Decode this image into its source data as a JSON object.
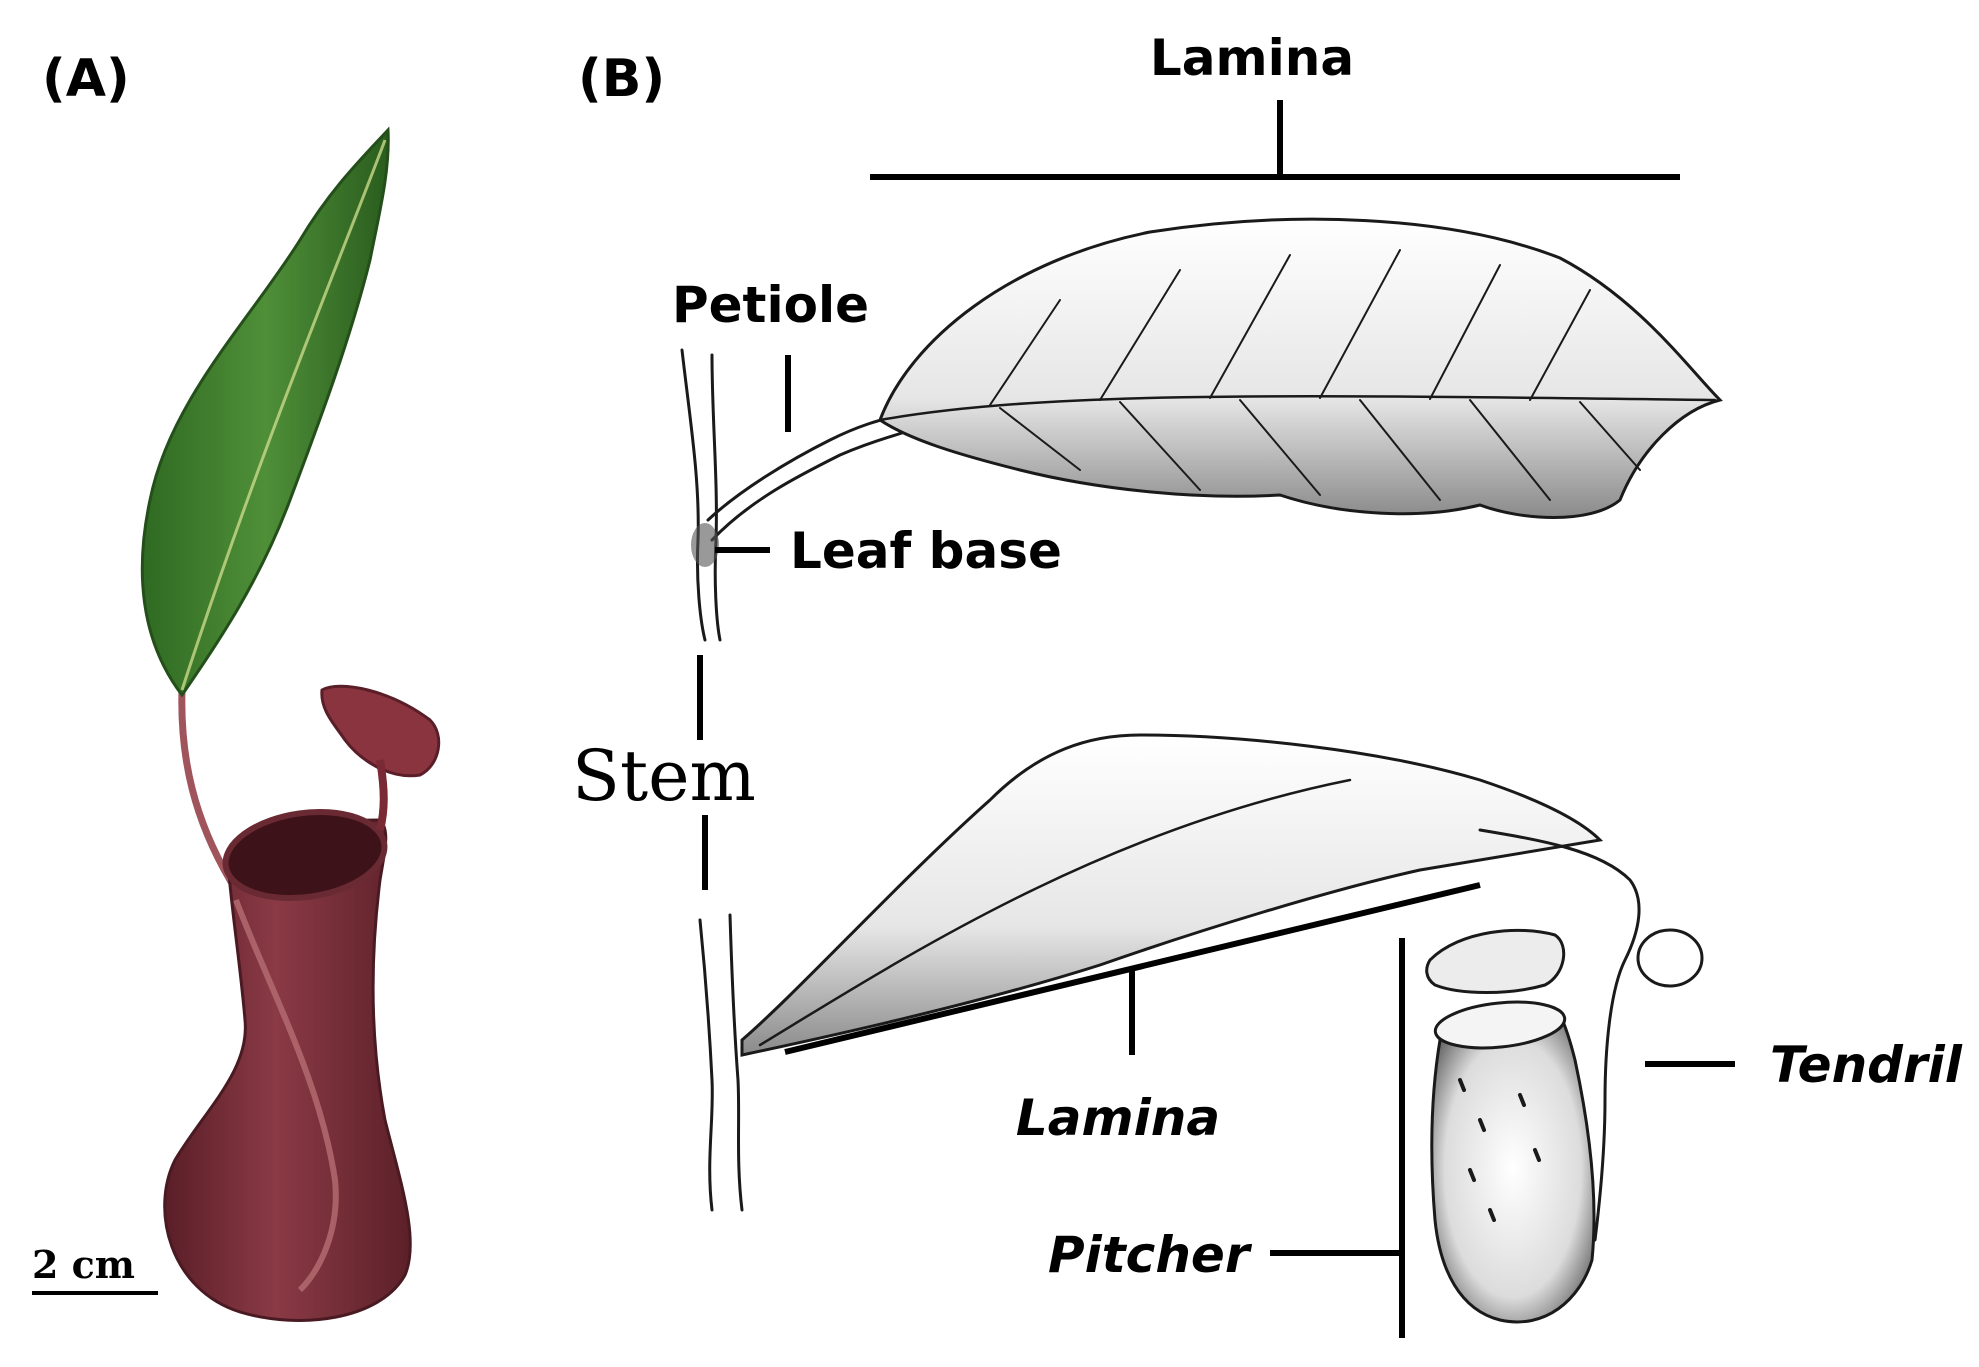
{
  "panels": {
    "a": {
      "label": "(A)",
      "scale_bar": "2 cm",
      "colors": {
        "leaf": "#3f7a2e",
        "leaf_dark": "#244f1a",
        "pitcher": "#7a2a35",
        "pitcher_dark": "#4a1a22",
        "tendril": "#a0545c"
      }
    },
    "b": {
      "label": "(B)",
      "labels": {
        "lamina_top": "Lamina",
        "petiole": "Petiole",
        "leaf_base": "Leaf base",
        "stem": "Stem",
        "lamina_bottom": "Lamina",
        "tendril": "Tendril",
        "pitcher": "Pitcher"
      }
    }
  }
}
